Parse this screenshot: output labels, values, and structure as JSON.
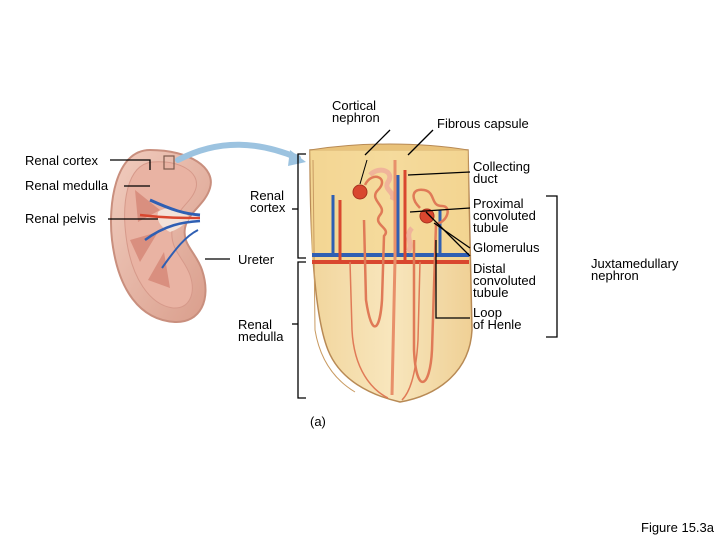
{
  "labels": {
    "cortical_nephron": "Cortical\nnephron",
    "fibrous_capsule": "Fibrous capsule",
    "renal_cortex_left": "Renal cortex",
    "renal_medulla_left": "Renal medulla",
    "renal_pelvis": "Renal pelvis",
    "renal_cortex_mid": "Renal\ncortex",
    "ureter": "Ureter",
    "renal_medulla_mid": "Renal\nmedulla",
    "collecting_duct": "Collecting\nduct",
    "proximal_convoluted_tubule": "Proximal\nconvoluted\ntubule",
    "glomerulus": "Glomerulus",
    "distal_convoluted_tubule": "Distal\nconvoluted\ntubule",
    "loop_of_henle": "Loop\nof Henle",
    "juxtamedullary_nephron": "Juxtamedullary\nnephron",
    "panel": "(a)",
    "figure": "Figure 15.3a"
  },
  "colors": {
    "tissue": "#f6e2b0",
    "cortex_band": "#f3d58f",
    "kidney": "#e8b8a8",
    "artery": "#d9472f",
    "vein": "#2f5fb3",
    "nephron": "#e07a57",
    "arrow": "#9cc3e0"
  }
}
